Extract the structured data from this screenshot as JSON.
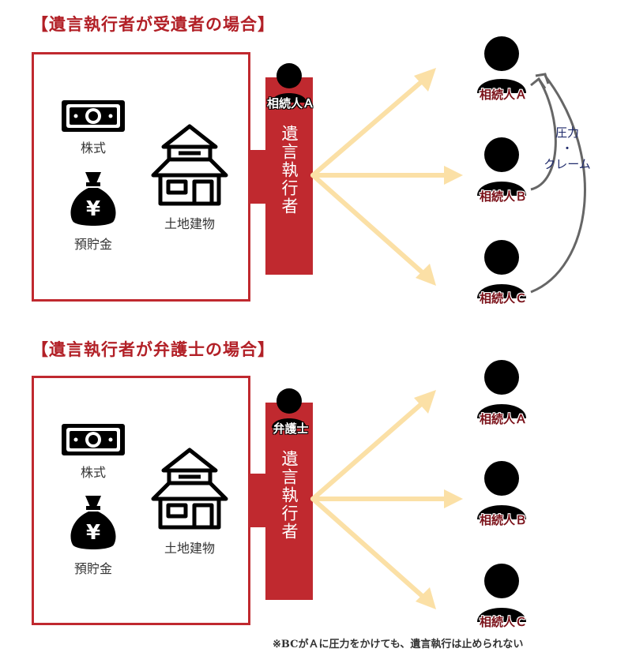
{
  "colors": {
    "accent": "#c0292f",
    "arrow": "#fbe0a6",
    "pressure_text": "#1f2a6b",
    "pressure_arrow": "#666666"
  },
  "sections": [
    {
      "title": "【遺言執行者が受遺者の場合】",
      "assets": {
        "stock": "株式",
        "deposit": "預貯金",
        "real_estate": "土地建物"
      },
      "executor_role_label": "相続人Ａ",
      "executor_label": "遺言執行者",
      "heirs": [
        "相続人Ａ",
        "相続人Ｂ",
        "相続人Ｃ"
      ],
      "pressure_label": [
        "圧力",
        "・",
        "クレーム"
      ]
    },
    {
      "title": "【遺言執行者が弁護士の場合】",
      "assets": {
        "stock": "株式",
        "deposit": "預貯金",
        "real_estate": "土地建物"
      },
      "executor_role_label": "弁護士",
      "executor_label": "遺言執行者",
      "heirs": [
        "相続人Ａ",
        "相続人Ｂ",
        "相続人Ｃ"
      ]
    }
  ],
  "footnote": "※BCがＡに圧力をかけても、遺言執行は止められない"
}
